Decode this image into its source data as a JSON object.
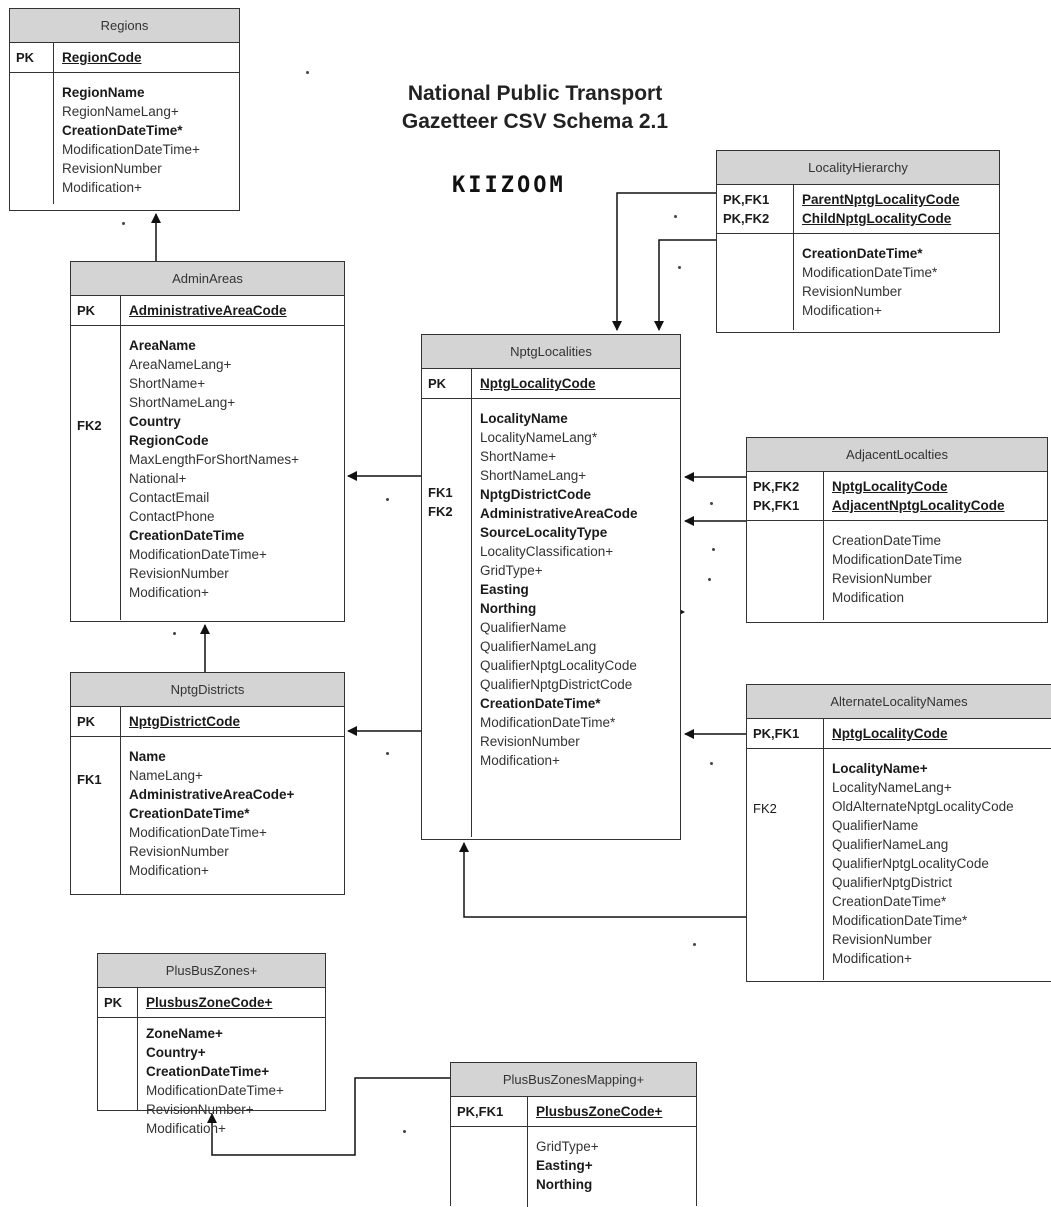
{
  "title": {
    "line1": "National Public Transport",
    "line2": "Gazetteer CSV Schema 2.1"
  },
  "logo": {
    "text": "KIIZOOM",
    "icon": "logo-glyphs"
  },
  "entities": {
    "regions": {
      "name": "Regions",
      "key_labels": "PK",
      "keys": [
        "RegionCode"
      ],
      "field_labels": [],
      "fields": [
        "RegionName",
        "RegionNameLang+",
        "CreationDateTime*",
        "ModificationDateTime+",
        "RevisionNumber",
        "Modification+"
      ],
      "bold": [
        true,
        false,
        true,
        false,
        false,
        false
      ]
    },
    "admin_areas": {
      "name": "AdminAreas",
      "key_labels": "PK",
      "keys": [
        "AdministrativeAreaCode"
      ],
      "fk_label": "FK2",
      "fields": [
        "AreaName",
        "AreaNameLang+",
        "ShortName+",
        "ShortNameLang+",
        "Country",
        "RegionCode",
        "MaxLengthForShortNames+",
        "National+",
        "ContactEmail",
        "ContactPhone",
        "CreationDateTime",
        "ModificationDateTime+",
        "RevisionNumber",
        "Modification+"
      ],
      "bold": [
        true,
        false,
        false,
        false,
        true,
        true,
        false,
        false,
        false,
        false,
        true,
        false,
        false,
        false
      ]
    },
    "nptg_districts": {
      "name": "NptgDistricts",
      "key_labels": "PK",
      "keys": [
        "NptgDistrictCode"
      ],
      "fk_label": "FK1",
      "fields": [
        "Name",
        "NameLang+",
        "AdministrativeAreaCode+",
        "CreationDateTime*",
        "ModificationDateTime+",
        "RevisionNumber",
        "Modification+"
      ],
      "bold": [
        true,
        false,
        true,
        true,
        false,
        false,
        false
      ]
    },
    "nptg_localities": {
      "name": "NptgLocalities",
      "key_labels": "PK",
      "keys": [
        "NptgLocalityCode"
      ],
      "fk_label_1": "FK1",
      "fk_label_2": "FK2",
      "fields": [
        "LocalityName",
        "LocalityNameLang*",
        "ShortName+",
        "ShortNameLang+",
        "NptgDistrictCode",
        "AdministrativeAreaCode",
        "SourceLocalityType",
        "LocalityClassification+",
        "GridType+",
        "Easting",
        "Northing",
        "QualifierName",
        "QualifierNameLang",
        "QualifierNptgLocalityCode",
        "QualifierNptgDistrictCode",
        "CreationDateTime*",
        "ModificationDateTime*",
        "RevisionNumber",
        "Modification+"
      ],
      "bold": [
        true,
        false,
        false,
        false,
        true,
        true,
        true,
        false,
        false,
        true,
        true,
        false,
        false,
        false,
        false,
        true,
        false,
        false,
        false
      ]
    },
    "locality_hierarchy": {
      "name": "LocalityHierarchy",
      "key_labels_1": "PK,FK1",
      "key_labels_2": "PK,FK2",
      "keys": [
        "ParentNptgLocalityCode",
        "ChildNptgLocalityCode"
      ],
      "fields": [
        "CreationDateTime*",
        "ModificationDateTime*",
        "RevisionNumber",
        "Modification+"
      ],
      "bold": [
        true,
        false,
        false,
        false
      ]
    },
    "adjacent_localities": {
      "name": "AdjacentLocalties",
      "key_labels_1": "PK,FK2",
      "key_labels_2": "PK,FK1",
      "keys": [
        "NptgLocalityCode",
        "AdjacentNptgLocalityCode"
      ],
      "fields": [
        "CreationDateTime",
        "ModificationDateTime",
        "RevisionNumber",
        "Modification"
      ],
      "bold": [
        false,
        false,
        false,
        false
      ]
    },
    "alternate_locality_names": {
      "name": "AlternateLocalityNames",
      "key_labels": "PK,FK1",
      "keys": [
        "NptgLocalityCode"
      ],
      "fk_label": "FK2",
      "fields": [
        "LocalityName+",
        "LocalityNameLang+",
        "OldAlternateNptgLocalityCode",
        "QualifierName",
        "QualifierNameLang",
        "QualifierNptgLocalityCode",
        "QualifierNptgDistrict",
        "CreationDateTime*",
        "ModificationDateTime*",
        "RevisionNumber",
        "Modification+"
      ],
      "bold": [
        true,
        false,
        false,
        false,
        false,
        false,
        false,
        false,
        false,
        false,
        false
      ]
    },
    "plus_bus_zones": {
      "name": "PlusBusZones+",
      "key_labels": "PK",
      "keys": [
        "PlusbusZoneCode+"
      ],
      "fields": [
        "ZoneName+",
        "Country+",
        "CreationDateTime+",
        "ModificationDateTime+",
        "RevisionNumber+",
        "Modification+"
      ],
      "bold": [
        true,
        true,
        true,
        false,
        false,
        false
      ]
    },
    "plus_bus_zones_mapping": {
      "name": "PlusBusZonesMapping+",
      "key_labels": "PK,FK1",
      "keys": [
        "PlusbusZoneCode+"
      ],
      "fields": [
        "GridType+",
        "Easting+",
        "Northing"
      ],
      "bold": [
        false,
        true,
        true
      ]
    }
  },
  "colors": {
    "header_fill": "#d4d4d4",
    "border": "#333333",
    "arrow": "#111111"
  }
}
